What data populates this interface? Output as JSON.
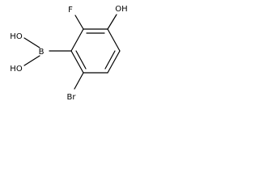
{
  "molecule": {
    "atoms": {
      "boron": "B",
      "hydroxyl_top": "HO",
      "hydroxyl_bottom": "HO",
      "fluorine": "F",
      "hydroxyl_ring": "OH",
      "bromine": "Br"
    },
    "colors": {
      "bond": "#000000",
      "label": "#000000",
      "background": "#ffffff"
    }
  }
}
